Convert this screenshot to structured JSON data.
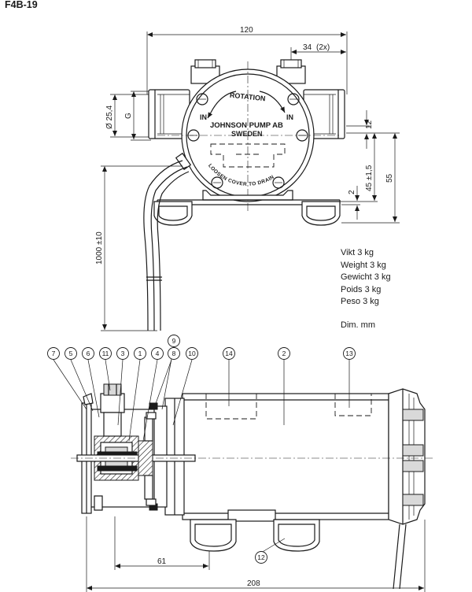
{
  "model_code": "F4B-19",
  "dimensions": {
    "overall_width": "120",
    "port_spacing": "34",
    "port_spacing_note": "(2x)",
    "port_diameter": "Ø 25,4",
    "thread": "G",
    "shaft_offset": "12",
    "center_height": "45 ±1,5",
    "total_height": "55",
    "foot_offset": "2",
    "cable_length": "1000 ±10",
    "body_length": "208",
    "head_length": "61"
  },
  "cover_text": {
    "rotation": "ROTATION",
    "in_left": "IN",
    "in_right": "IN",
    "brand": "JOHNSON PUMP AB",
    "country": "SWEDEN",
    "drain_note": "LOOSEN COVER TO DRAIN"
  },
  "specs": {
    "weights": [
      "Vikt 3 kg",
      "Weight 3 kg",
      "Gewicht 3 kg",
      "Poids 3 kg",
      "Peso 3 kg"
    ],
    "units": "Dim. mm"
  },
  "callouts": [
    "7",
    "5",
    "6",
    "11",
    "3",
    "1",
    "4",
    "9",
    "8",
    "10",
    "14",
    "2",
    "13",
    "12"
  ]
}
